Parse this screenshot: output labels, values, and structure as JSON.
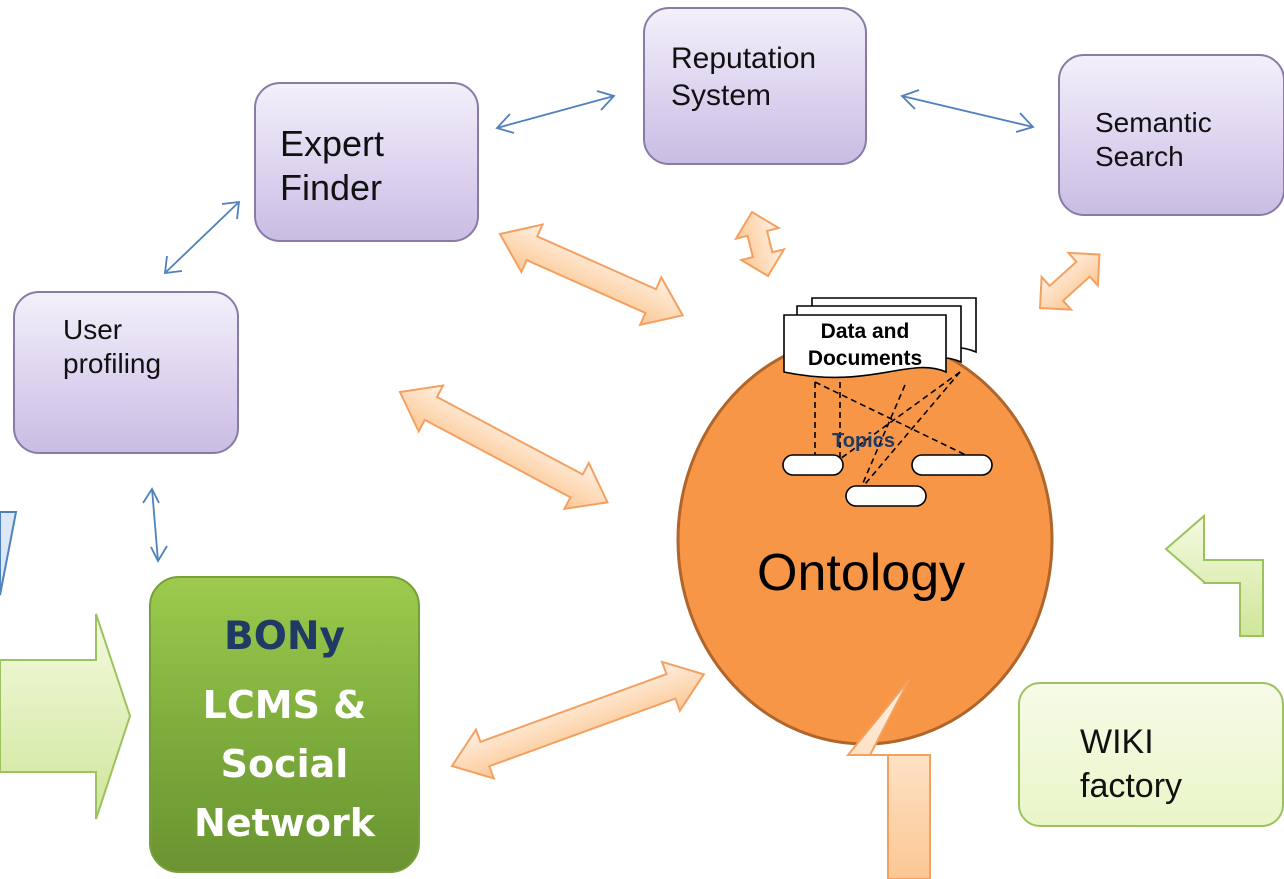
{
  "nodes": {
    "reputation": "Reputation\nSystem",
    "expert": "Expert\nFinder",
    "semantic": "Semantic\nSearch",
    "user": "User\nprofiling",
    "bony_title": "BONy",
    "bony_sub": "LCMS &\nSocial\nNetwork",
    "wiki": "WIKI\nfactory",
    "ontology": "Ontology",
    "docs": "Data and\nDocuments",
    "topics": "Topics"
  },
  "colors": {
    "purple_fill": "#ddd3ef",
    "purple_border": "#8a7aa6",
    "orange": "#f79646",
    "orange_light": "#fcd5b4",
    "green_dark": "#7aa83a",
    "green_light": "#e9f6c8",
    "blue_arrow": "#4f81bd",
    "bony_title_color": "#1f3a64"
  }
}
